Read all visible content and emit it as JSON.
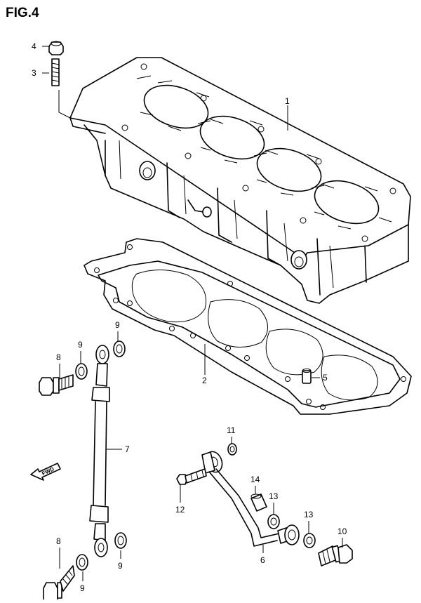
{
  "figure_title": "FIG.4",
  "fwd_label": "FWD",
  "callouts": {
    "c1": "1",
    "c2": "2",
    "c3": "3",
    "c4": "4",
    "c5": "5",
    "c6": "6",
    "c7": "7",
    "c8a": "8",
    "c8b": "8",
    "c9a": "9",
    "c9b": "9",
    "c9c": "9",
    "c9d": "9",
    "c10": "10",
    "c11": "11",
    "c12": "12",
    "c13a": "13",
    "c13b": "13",
    "c14": "14"
  }
}
